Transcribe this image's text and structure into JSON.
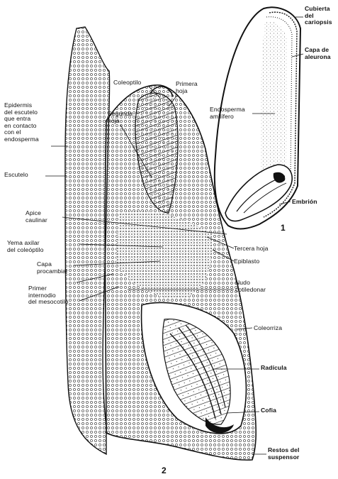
{
  "figure": {
    "numbers": {
      "fig1": "1",
      "fig2": "2"
    },
    "labels": {
      "cubierta": "Cubierta\ndel\ncariopsis",
      "capa_aleurona": "Capa de\naleurona",
      "endosperma": "Endosperma\namilífero",
      "embrion": "Embrión",
      "coleoptilo": "Coleoptilo",
      "primera_hoja": "Primera\nhoja",
      "segunda_hoja": "Segunda\nhoja",
      "epidermis_escutelo": "Epidermis\ndel escutelo\nque entra\nen contacto\ncon el\nendosperma",
      "escutelo": "Escutelo",
      "apice_caulinar": "Apice\ncaulinar",
      "yema_axilar": "Yema axilar\ndel coleóptilo",
      "capa_procambial": "Capa\nprocambial",
      "primer_internodio": "Primer\ninternodio\ndel mesocotilo",
      "tercera_hoja": "Tercera hoja",
      "epiblasto": "Epiblasto",
      "nudo_cotiledonar": "Nudo\ncotiledonar",
      "coleorriza": "Coleorriza",
      "radicula": "Radícula",
      "cofia": "Cofia",
      "restos_suspensor": "Restos del\nsuspensor"
    }
  }
}
